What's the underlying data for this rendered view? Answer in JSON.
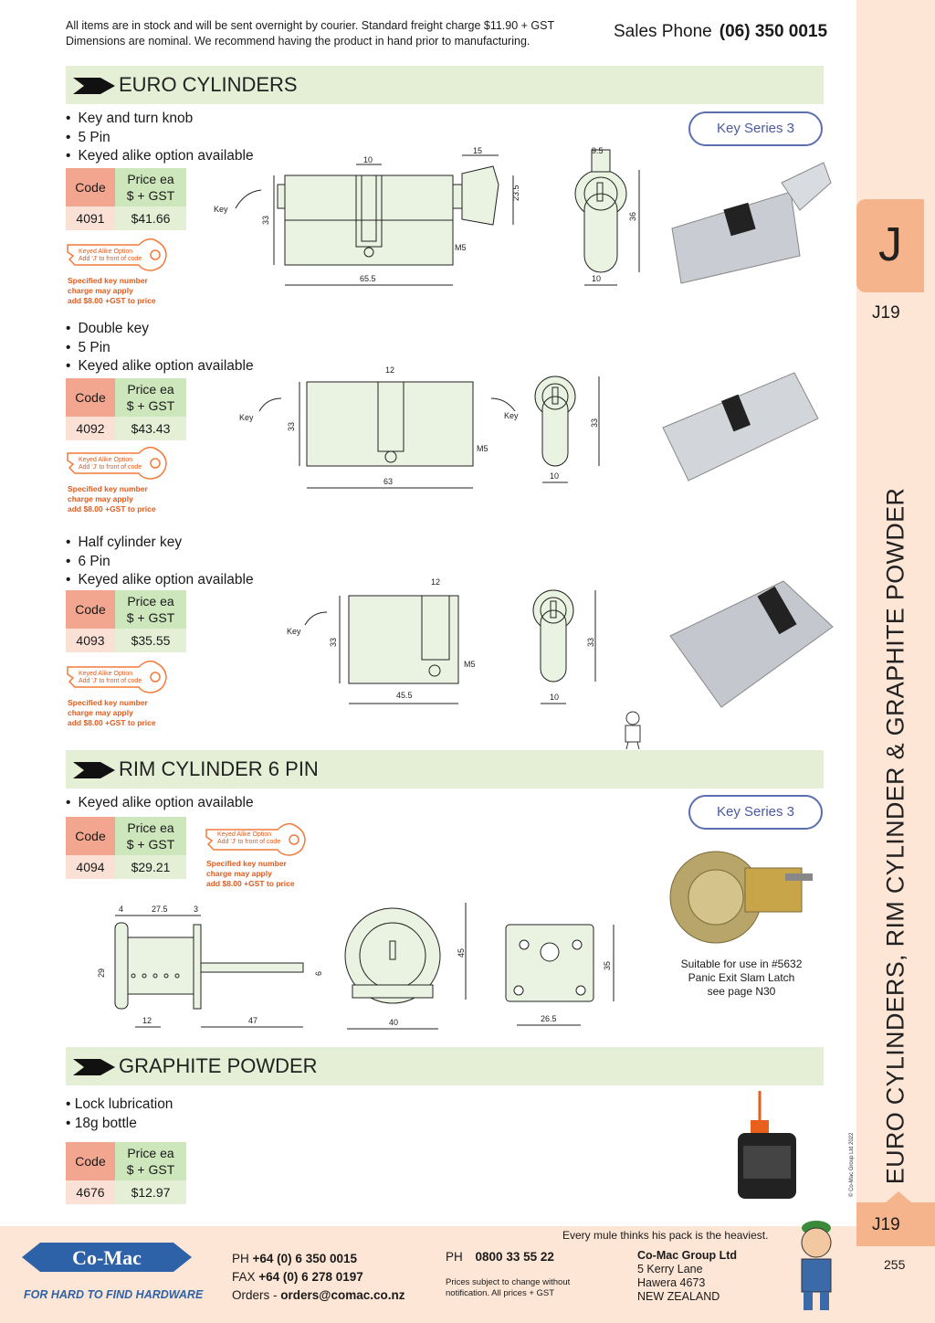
{
  "header": {
    "note_line1": "All items are in stock and will be sent overnight by courier. Standard freight charge $11.90 + GST",
    "note_line2": "Dimensions are nominal. We recommend having the product in hand prior to manufacturing.",
    "sales_label": "Sales Phone",
    "sales_number": "(06) 350 0015"
  },
  "side": {
    "tab_letter": "J",
    "page_code": "J19",
    "title": "EURO CYLINDERS, RIM CYLINDER & GRAPHITE POWDER",
    "copyright": "© Co-Mac Group Ltd 2022",
    "page_code_bottom": "J19",
    "page_number": "255"
  },
  "table_header": {
    "code": "Code",
    "price_line1": "Price ea",
    "price_line2": "$ + GST"
  },
  "key_series": "Key Series 3",
  "keyed_alike": {
    "line1": "Keyed Alike Option",
    "line2": "Add 'J' to front of code",
    "s1": "Specified key number",
    "s2": "charge may apply",
    "s3": "add $8.00 +GST to price"
  },
  "sections": {
    "euro": {
      "heading": "EURO CYLINDERS",
      "p1": {
        "bullets": [
          "Key and turn knob",
          "5 Pin",
          "Keyed alike option available"
        ],
        "code": "4091",
        "price": "$41.66"
      },
      "p2": {
        "bullets": [
          "Double key",
          "5 Pin",
          "Keyed alike option available"
        ],
        "code": "4092",
        "price": "$43.43"
      },
      "p3": {
        "bullets": [
          "Half cylinder key",
          "6 Pin",
          "Keyed alike option available"
        ],
        "code": "4093",
        "price": "$35.55"
      }
    },
    "rim": {
      "heading": "RIM CYLINDER 6 PIN",
      "bullets": [
        "Keyed alike option available"
      ],
      "code": "4094",
      "price": "$29.21",
      "suitable1": "Suitable for use in #5632",
      "suitable2": "Panic  Exit Slam Latch",
      "suitable3": "see page N30"
    },
    "graphite": {
      "heading": "GRAPHITE POWDER",
      "bullets": [
        "Lock lubrication",
        "18g bottle"
      ],
      "code": "4676",
      "price": "$12.97"
    }
  },
  "dims": {
    "d1": {
      "a": "10",
      "b": "15",
      "c": "23.5",
      "d": "33",
      "e": "65.5",
      "f": "M5",
      "g": "9.5",
      "h": "36",
      "i": "10",
      "key": "Key"
    },
    "d2": {
      "a": "12",
      "b": "33",
      "c": "63",
      "d": "M5",
      "e": "33",
      "f": "10",
      "key": "Key"
    },
    "d3": {
      "a": "12",
      "b": "33",
      "c": "45.5",
      "d": "M5",
      "e": "33",
      "f": "10",
      "key": "Key"
    },
    "rim": {
      "a": "4",
      "b": "27.5",
      "c": "3",
      "d": "29",
      "e": "6",
      "f": "12",
      "g": "47",
      "h": "45",
      "i": "40",
      "j": "35",
      "k": "26.5"
    }
  },
  "footer": {
    "brand": "Co-Mac",
    "tagline": "FOR HARD TO FIND HARDWARE",
    "ph_label": "PH",
    "ph": "+64 (0) 6 350 0015",
    "fax_label": "FAX",
    "fax": "+64 (0) 6 278 0197",
    "orders_label": "Orders -",
    "orders": "orders@comac.co.nz",
    "ph2_label": "PH",
    "ph2": "0800 33 55 22",
    "prices1": "Prices subject to change without",
    "prices2": "notification. All prices + GST",
    "company": "Co-Mac Group Ltd",
    "addr1": "5 Kerry Lane",
    "addr2": "Hawera 4673",
    "addr3": "NEW ZEALAND",
    "mule": "Every mule thinks his pack is the heaviest."
  }
}
